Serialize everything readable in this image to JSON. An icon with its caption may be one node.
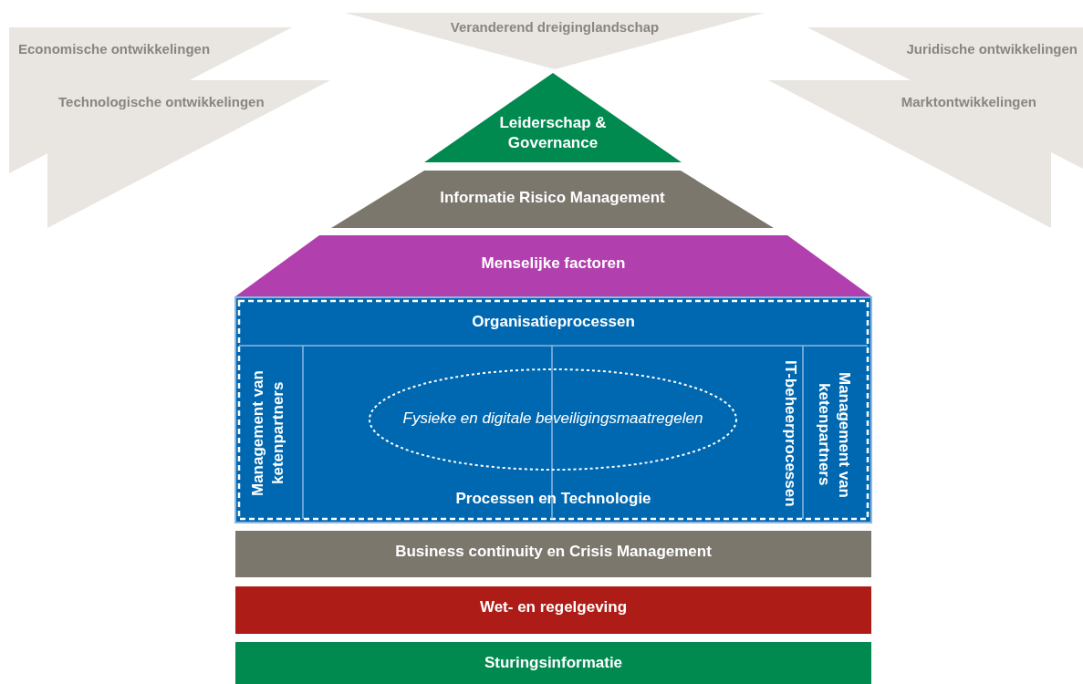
{
  "diagram": {
    "nodes": [
      {
        "text": [
          "Veranderend dreiginglandschap"
        ]
      },
      {
        "text": [
          "Economische ontwikkelingen"
        ]
      },
      {
        "text": [
          "Technologische ontwikkelingen"
        ]
      },
      {
        "text": [
          "Juridische ontwikkelingen"
        ]
      },
      {
        "text": [
          "Marktontwikkelingen"
        ]
      },
      {
        "text": [
          "Leiderschap & Governance"
        ]
      },
      {
        "text": [
          "Informatie Risico Management"
        ]
      },
      {
        "text": [
          "Menselijke factoren"
        ]
      },
      {
        "text": [],
        "shape": "box"
      },
      {
        "text": [
          "Organisatieprocessen"
        ],
        "in": 8
      },
      {
        "text": [
          "Management van ketenpartners"
        ],
        "in": 8
      },
      {
        "text": [
          "Processen en Technologie"
        ],
        "in": 8
      },
      {
        "text": [
          "Fysieke en digitale beveiligingsmaatregelen"
        ],
        "in": 11
      },
      {
        "text": [
          "IT-beheerprocessen"
        ],
        "in": 8
      },
      {
        "text": [
          "Management van ketenpartners"
        ],
        "in": 8
      },
      {
        "text": [
          "Business continuity en Crisis Management"
        ]
      },
      {
        "text": [
          "Wet- en regelgeving"
        ]
      },
      {
        "text": [
          "Sturingsinformatie"
        ]
      }
    ],
    "edges": []
  }
}
